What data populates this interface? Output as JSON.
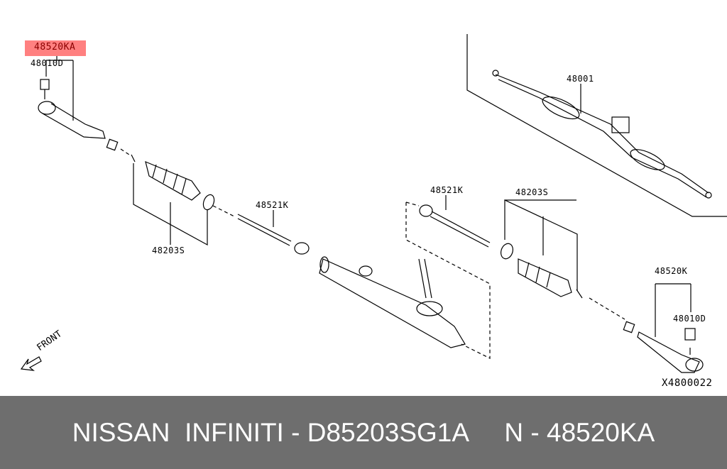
{
  "parts": {
    "tie_rod_end_left": "48520KA",
    "nut_left": "48010D",
    "gear_assembly": "48001",
    "boot_left": "48203S",
    "inner_socket_left": "48521K",
    "inner_socket_right": "48521K",
    "boot_right": "48203S",
    "tie_rod_end_right": "48520K",
    "nut_right": "48010D"
  },
  "front_label": "FRONT",
  "diagram_code": "X4800022",
  "footer": {
    "text": "NISSAN  INFINITI - D85203SG1A     N - 48520KA"
  },
  "colors": {
    "highlight": "#ff8080",
    "footer_bg": "#6e6e6e"
  }
}
